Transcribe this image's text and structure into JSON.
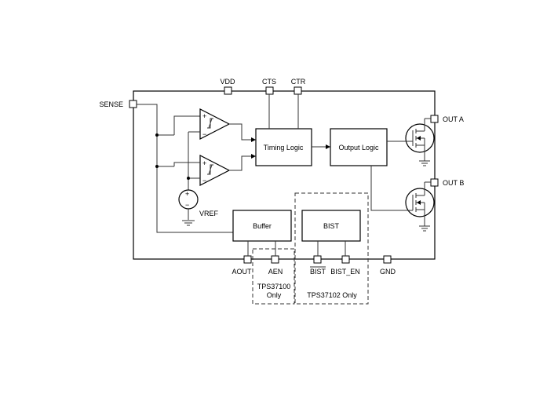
{
  "pins": {
    "vdd": "VDD",
    "cts": "CTS",
    "ctr": "CTR",
    "sense": "SENSE",
    "out_a": "OUT A",
    "out_b": "OUT B",
    "aout": "AOUT",
    "aen": "AEN",
    "bist": "BIST",
    "bist_en": "BIST_EN",
    "gnd": "GND"
  },
  "blocks": {
    "timing_logic": "Timing Logic",
    "output_logic": "Output Logic",
    "buffer": "Buffer",
    "bist": "BIST"
  },
  "reference": {
    "label": "VREF",
    "plus": "+",
    "minus": "−"
  },
  "comparators": {
    "plus": "+",
    "minus": "−"
  },
  "regions": {
    "tps37100_line1": "TPS37100",
    "tps37100_line2": "Only",
    "tps37102": "TPS37102 Only"
  }
}
